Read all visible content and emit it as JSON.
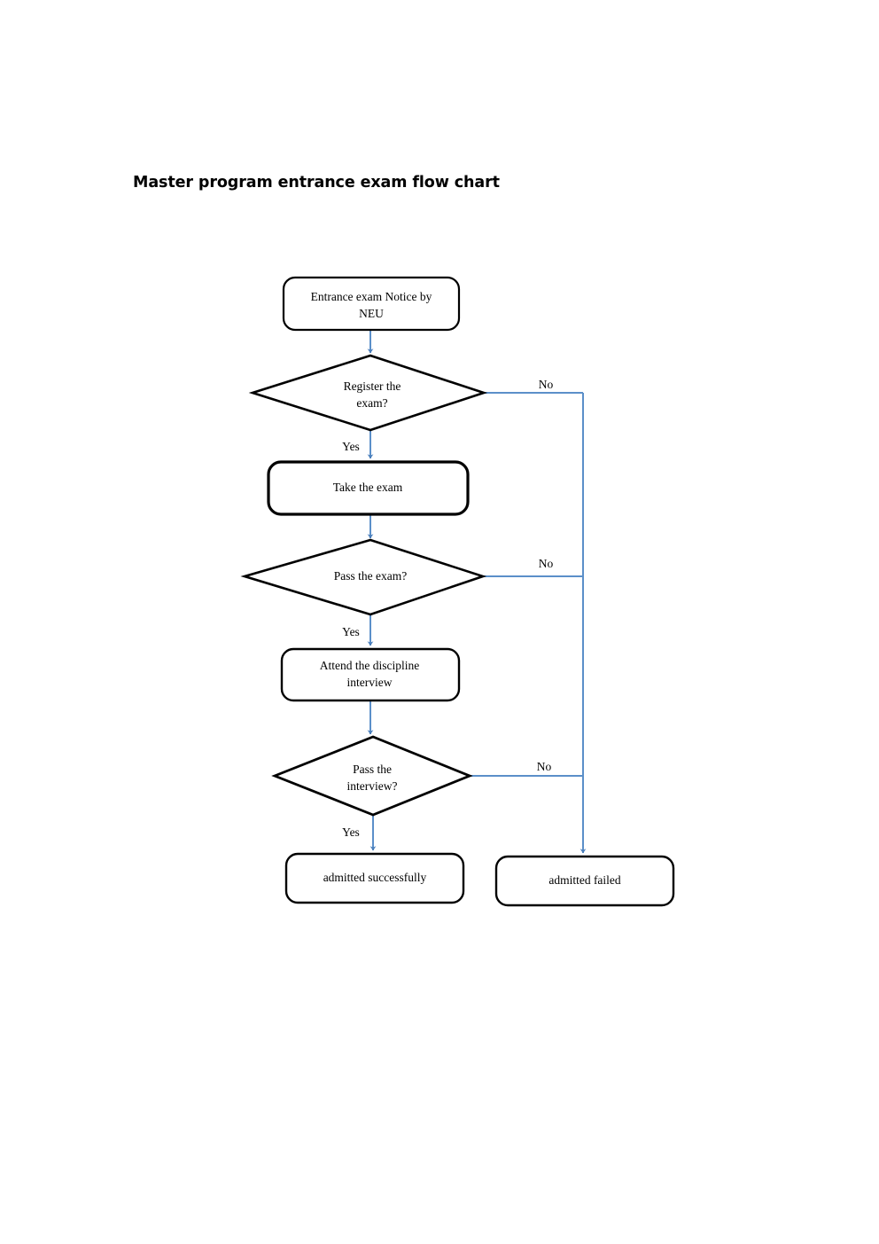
{
  "document": {
    "title": "Master program entrance exam flow chart"
  },
  "chart_data": {
    "type": "diagram",
    "diagram_kind": "flowchart",
    "title": "Master program entrance exam flow chart",
    "orientation": "top-to-bottom",
    "colors": {
      "node_border": "#000000",
      "node_fill": "#ffffff",
      "connector": "#5b8fc9",
      "text": "#000000"
    },
    "nodes": [
      {
        "id": "n1",
        "shape": "rounded-rect",
        "lines": [
          "Entrance exam Notice by",
          "NEU"
        ],
        "text": "Entrance exam Notice by NEU"
      },
      {
        "id": "d1",
        "shape": "diamond",
        "lines": [
          "Register the",
          "exam?"
        ],
        "text": "Register the exam?"
      },
      {
        "id": "n2",
        "shape": "rounded-rect",
        "lines": [
          "Take the exam"
        ],
        "text": "Take the exam"
      },
      {
        "id": "d2",
        "shape": "diamond",
        "lines": [
          "Pass the exam?"
        ],
        "text": "Pass the exam?"
      },
      {
        "id": "n3",
        "shape": "rounded-rect",
        "lines": [
          "Attend the discipline",
          "interview"
        ],
        "text": "Attend the discipline interview"
      },
      {
        "id": "d3",
        "shape": "diamond",
        "lines": [
          "Pass the",
          "interview?"
        ],
        "text": "Pass the interview?"
      },
      {
        "id": "n4",
        "shape": "rounded-rect",
        "lines": [
          "admitted successfully"
        ],
        "text": "admitted successfully"
      },
      {
        "id": "n5",
        "shape": "rounded-rect",
        "lines": [
          "admitted failed"
        ],
        "text": "admitted failed"
      }
    ],
    "edges": [
      {
        "from": "n1",
        "to": "d1",
        "label": ""
      },
      {
        "from": "d1",
        "to": "n2",
        "label": "Yes"
      },
      {
        "from": "d1",
        "to": "n5",
        "label": "No"
      },
      {
        "from": "n2",
        "to": "d2",
        "label": ""
      },
      {
        "from": "d2",
        "to": "n3",
        "label": "Yes"
      },
      {
        "from": "d2",
        "to": "n5",
        "label": "No"
      },
      {
        "from": "n3",
        "to": "d3",
        "label": ""
      },
      {
        "from": "d3",
        "to": "n4",
        "label": "Yes"
      },
      {
        "from": "d3",
        "to": "n5",
        "label": "No"
      }
    ],
    "edge_labels": {
      "yes_1": "Yes",
      "yes_2": "Yes",
      "yes_3": "Yes",
      "no_1": "No",
      "no_2": "No",
      "no_3": "No"
    }
  }
}
